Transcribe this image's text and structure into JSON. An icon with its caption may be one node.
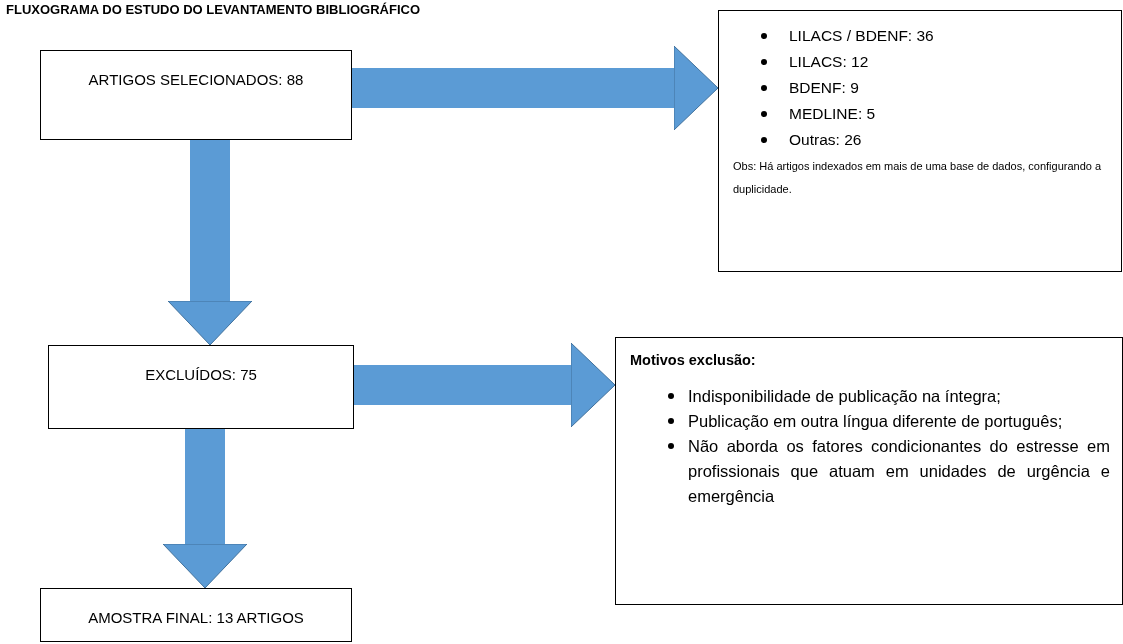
{
  "diagram": {
    "title": "FLUXOGRAMA DO ESTUDO DO LEVANTAMENTO BIBLIOGRÁFICO",
    "nodes": [
      {
        "text": [
          "ARTIGOS SELECIONADOS: 88"
        ]
      },
      {
        "text": [
          "LILACS / BDENF: 36",
          "LILACS: 12",
          "BDENF: 9",
          "MEDLINE: 5",
          "Outras: 26",
          "Obs: Há artigos indexados em mais de uma base de dados, configurando a duplicidade."
        ]
      },
      {
        "text": [
          "EXCLUÍDOS: 75"
        ]
      },
      {
        "text": [
          "Motivos exclusão:",
          "Indisponibilidade de publicação na íntegra;",
          "Publicação em outra língua diferente de português;",
          "Não aborda os fatores condicionantes do estresse em profissionais que atuam em unidades de urgência e emergência"
        ]
      },
      {
        "text": [
          "AMOSTRA FINAL: 13 ARTIGOS"
        ]
      }
    ],
    "edges": [
      {
        "from": 0,
        "to": 1,
        "arrow": "to"
      },
      {
        "from": 0,
        "to": 2,
        "arrow": "to"
      },
      {
        "from": 2,
        "to": 3,
        "arrow": "to"
      },
      {
        "from": 2,
        "to": 4,
        "arrow": "to"
      }
    ]
  }
}
